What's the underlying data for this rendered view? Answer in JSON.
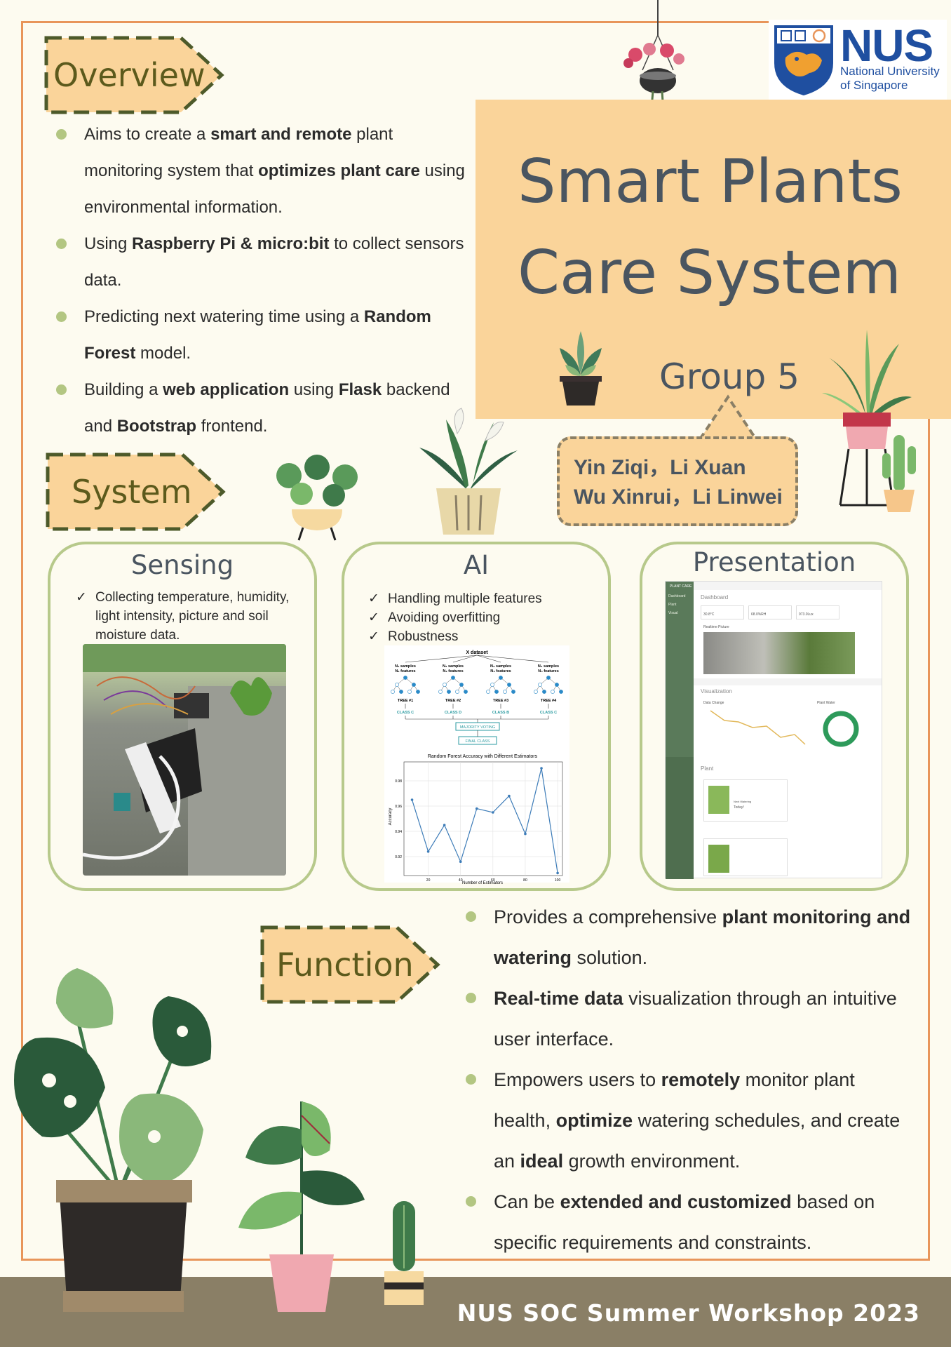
{
  "overview": {
    "tag": "Overview",
    "bullets": [
      [
        "Aims to create a ",
        "smart and remote",
        " plant monitoring system that ",
        "optimizes plant care",
        " using environmental information."
      ],
      [
        "Using ",
        "Raspberry Pi & micro:bit",
        " to collect sensors data."
      ],
      [
        "Predicting next watering time using a ",
        "Random Forest",
        " model."
      ],
      [
        "Building a ",
        "web application",
        " using ",
        "Flask",
        " backend and ",
        "Bootstrap",
        " frontend."
      ]
    ]
  },
  "title": {
    "line1": "Smart Plants",
    "line2": "Care System",
    "group": "Group 5",
    "authors_line1": "Yin Ziqi，Li Xuan",
    "authors_line2": "Wu Xinrui，Li Linwei"
  },
  "logo": {
    "word": "NUS",
    "sub_line1": "National University",
    "sub_line2": "of Singapore"
  },
  "system": {
    "tag": "System",
    "sensing": {
      "title": "Sensing",
      "checks": [
        "Collecting temperature, humidity, light intensity, picture and soil moisture data."
      ]
    },
    "ai": {
      "title": "AI",
      "checks": [
        "Handling multiple features",
        "Avoiding overfitting",
        "Robustness"
      ],
      "diagram": {
        "dataset": "X dataset",
        "trees": [
          {
            "head1": "N₁ samples",
            "head2": "N₁ features",
            "tree": "TREE #1",
            "cls": "CLASS C"
          },
          {
            "head1": "N₂ samples",
            "head2": "N₂ features",
            "tree": "TREE #2",
            "cls": "CLASS D"
          },
          {
            "head1": "N₃ samples",
            "head2": "N₃ features",
            "tree": "TREE #3",
            "cls": "CLASS B"
          },
          {
            "head1": "N₄ samples",
            "head2": "N₄ features",
            "tree": "TREE #4",
            "cls": "CLASS C"
          }
        ],
        "voting": "MAJORITY VOTING",
        "final": "FINAL CLASS"
      }
    },
    "presentation": {
      "title": "Presentation",
      "brand": "PLANT CARE",
      "nav": [
        "Dashboard",
        "Plant",
        "Visual"
      ],
      "heading1": "Dashboard",
      "heading2": "Visualization",
      "heading3": "Plant",
      "card_vals": [
        "30.8°C",
        "68.0%RH",
        "973.0Lux"
      ],
      "recent_picture": "Realtime Picture",
      "line_title": "Data Change",
      "donut_title": "Plant Water",
      "next_watering": "Next Watering",
      "today": "Today!"
    }
  },
  "function": {
    "tag": "Function",
    "bullets": [
      [
        "Provides a comprehensive ",
        "plant monitoring and watering",
        " solution."
      ],
      [
        "",
        "Real-time data",
        " visualization through an intuitive user interface."
      ],
      [
        "Empowers users to ",
        "remotely",
        " monitor plant health, ",
        "optimize",
        " watering schedules, and create an ",
        "ideal",
        " growth environment."
      ],
      [
        "Can be ",
        "extended and customized",
        " based on specific requirements and constraints."
      ]
    ]
  },
  "footer": "NUS SOC Summer Workshop 2023",
  "chart_data": {
    "type": "line",
    "title": "Random Forest Accuracy with Different Estimators",
    "xlabel": "Number of Estimators",
    "ylabel": "Accuracy",
    "x": [
      10,
      20,
      30,
      40,
      50,
      60,
      70,
      80,
      90,
      100
    ],
    "series": [
      {
        "values": [
          0.965,
          0.924,
          0.945,
          0.916,
          0.958,
          0.955,
          0.968,
          0.938,
          0.99,
          0.907
        ]
      }
    ],
    "xticks": [
      20,
      40,
      60,
      80,
      100
    ],
    "yticks": [
      0.92,
      0.94,
      0.96,
      0.98
    ],
    "xlim": [
      5,
      103
    ],
    "ylim": [
      0.905,
      0.995
    ],
    "grid": true,
    "color": "#3d7cb8"
  },
  "colors": {
    "accent_orange": "#e8955a",
    "title_peach": "#fad49a",
    "tag_green": "#4d5a2a",
    "panel_border": "#b7c98b",
    "bullet_green": "#b3c682",
    "footer_brown": "#8a7f66"
  }
}
